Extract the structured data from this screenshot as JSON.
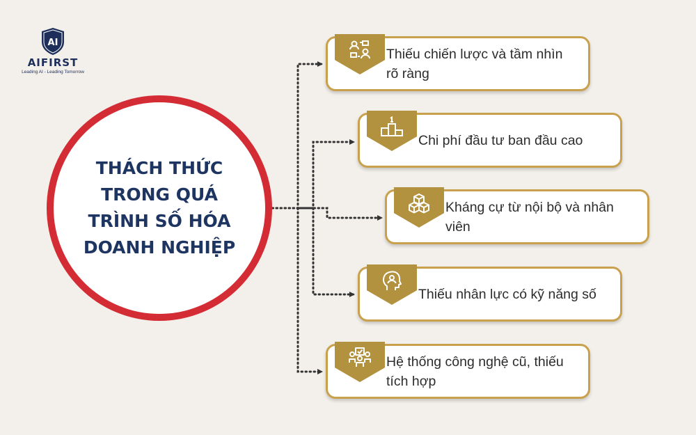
{
  "logo": {
    "mark": "AI",
    "name": "AIFIRST",
    "tagline": "Leading AI - Leading Tomorrow"
  },
  "center": {
    "title_lines": [
      "THÁCH THỨC",
      "TRONG QUÁ",
      "TRÌNH SỐ HÓA",
      "DOANH NGHIỆP"
    ]
  },
  "challenges": [
    {
      "text": "Thiếu chiến lược và tầm nhìn rõ ràng",
      "icon": "strategy-people-icon"
    },
    {
      "text": "Chi phí đầu tư ban đầu cao",
      "icon": "podium-icon"
    },
    {
      "text": "Kháng cự từ nội bộ và nhân viên",
      "icon": "cubes-icon"
    },
    {
      "text": "Thiếu nhân lực có kỹ năng số",
      "icon": "head-person-icon"
    },
    {
      "text": "Hệ thống công nghệ cũ, thiếu tích hợp",
      "icon": "team-check-icon"
    }
  ],
  "colors": {
    "background": "#f3f0eb",
    "circle_ring": "#d42c35",
    "title": "#1f3561",
    "card_border": "#c9a14d",
    "badge": "#b3923f",
    "connector": "#333333"
  }
}
